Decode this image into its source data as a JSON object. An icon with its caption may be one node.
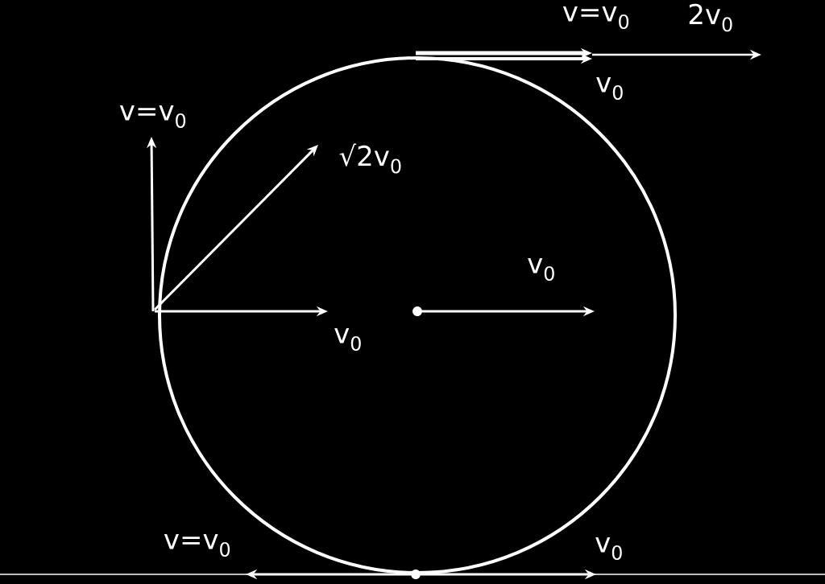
{
  "diagram": {
    "labels": [
      "v=v$_{0}$",
      "2v$_{0}$",
      "v$_{0}$",
      "v=v$_{0}$",
      "√2v$_{0}$",
      "v$_{0}$",
      "v$_{0}$",
      "v=v$_{0}$",
      "v$_{0}$"
    ]
  }
}
